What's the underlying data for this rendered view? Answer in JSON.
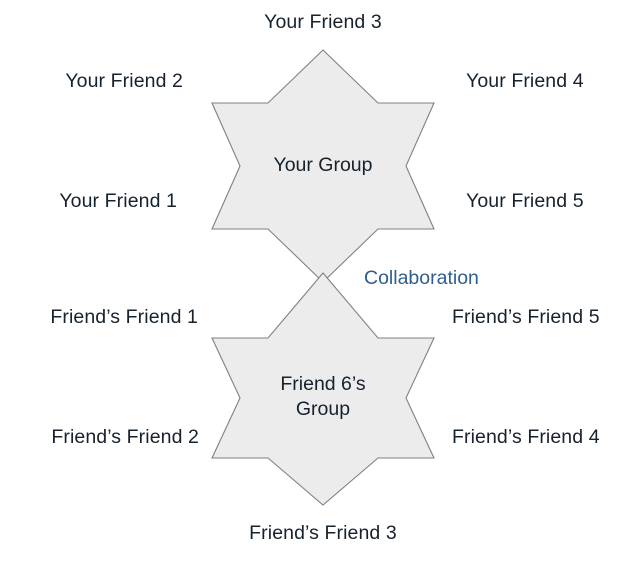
{
  "diagram": {
    "background_color": "#ffffff",
    "star_fill_color": "#ececec",
    "star_stroke_color": "#808080",
    "label_color": "#16222e",
    "link_label_color": "#2e5f8a",
    "groups": [
      {
        "id": "your-group",
        "title": "Your Group",
        "members": [
          {
            "position": "left-lower",
            "label": "Your Friend 1"
          },
          {
            "position": "left-upper",
            "label": "Your Friend 2"
          },
          {
            "position": "top",
            "label": "Your Friend 3"
          },
          {
            "position": "right-upper",
            "label": "Your Friend 4"
          },
          {
            "position": "right-lower",
            "label": "Your Friend 5"
          }
        ]
      },
      {
        "id": "friend-6-group",
        "title": "Friend 6’s\nGroup",
        "members": [
          {
            "position": "left-upper",
            "label": "Friend’s Friend 1"
          },
          {
            "position": "left-lower",
            "label": "Friend’s Friend 2"
          },
          {
            "position": "bottom",
            "label": "Friend’s Friend 3"
          },
          {
            "position": "right-lower",
            "label": "Friend’s Friend 4"
          },
          {
            "position": "right-upper",
            "label": "Friend’s Friend 5"
          }
        ]
      }
    ],
    "link": {
      "label": "Collaboration"
    }
  }
}
